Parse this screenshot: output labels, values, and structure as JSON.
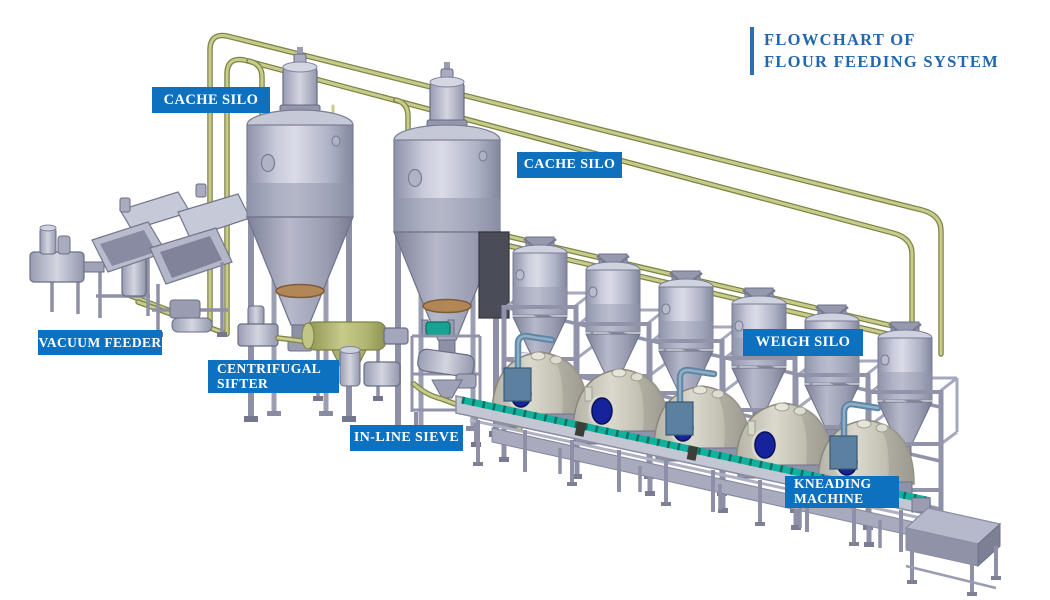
{
  "title": {
    "lines": [
      "FLOWCHART OF",
      "FLOUR FEEDING SYSTEM"
    ]
  },
  "labels": {
    "cache_silo_1": "CACHE SILO",
    "cache_silo_2": "CACHE SILO",
    "vacuum_feeder": "VACUUM FEEDER",
    "centrifugal_sifter": [
      "CENTRIFUGAL",
      "SIFTER"
    ],
    "in_line_sieve": "IN-LINE SIEVE",
    "weigh_silo": "WEIGH SILO",
    "kneading_machine": [
      "KNEADING",
      "MACHINE"
    ]
  },
  "equipment_counts": {
    "cache_silos": 2,
    "weigh_silos": 6,
    "kneading_machines": 5
  },
  "colors": {
    "label_background": "#0e71bf",
    "label_text": "#ffffff",
    "title_text": "#2166ae",
    "title_bar": "#2e6fb4",
    "pipe": "#c8cc8a",
    "machinery_gray": "#b3b6c8",
    "conveyor_teal": "#12b19d",
    "kneader_port_blue": "#16239c",
    "sifter_olive": "#b5ba76",
    "flange_copper": "#b28755"
  }
}
